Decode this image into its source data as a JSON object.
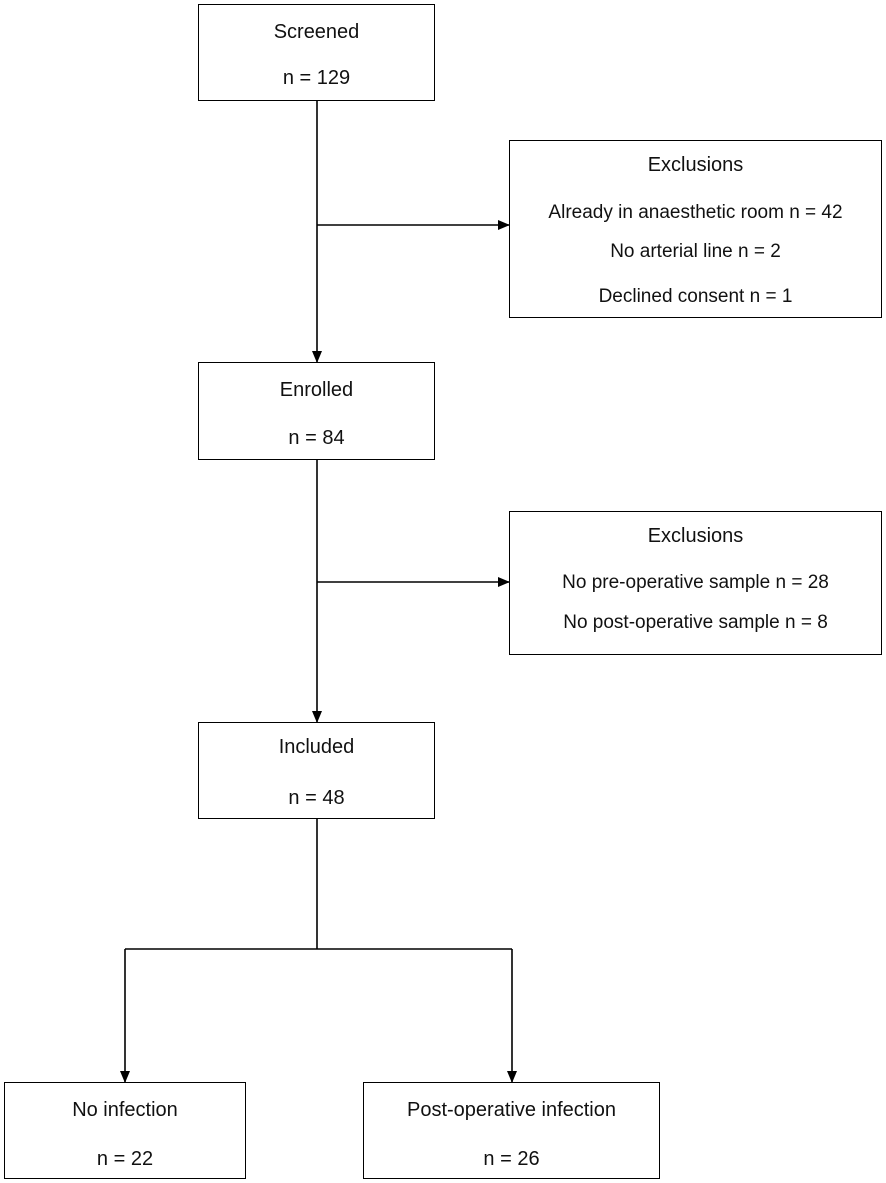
{
  "flowchart": {
    "screened": {
      "title": "Screened",
      "count": "n = 129"
    },
    "exclusions_1": {
      "title": "Exclusions",
      "items": [
        "Already in anaesthetic room n = 42",
        "No arterial line n = 2",
        "Declined consent n = 1"
      ]
    },
    "enrolled": {
      "title": "Enrolled",
      "count": "n = 84"
    },
    "exclusions_2": {
      "title": "Exclusions",
      "items": [
        "No pre-operative sample n = 28",
        "No post-operative sample n = 8"
      ]
    },
    "included": {
      "title": "Included",
      "count": "n = 48"
    },
    "no_infection": {
      "title": "No infection",
      "count": "n = 22"
    },
    "post_op_infection": {
      "title": "Post-operative infection",
      "count": "n = 26"
    }
  }
}
